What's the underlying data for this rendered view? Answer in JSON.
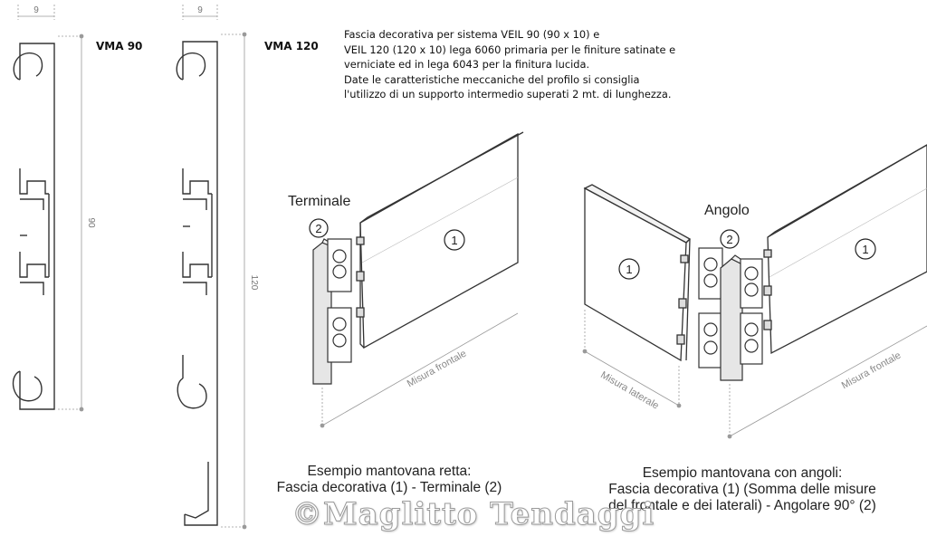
{
  "profiles": {
    "vma90": {
      "name": "VMA 90",
      "dim_width": "9",
      "dim_height": "90"
    },
    "vma120": {
      "name": "VMA 120",
      "dim_width": "9",
      "dim_height": "120"
    }
  },
  "description": [
    "Fascia decorativa per sistema VEIL 90 (90 x 10) e",
    "VEIL 120 (120 x 10) lega 6060 primaria per le finiture satinate e",
    "verniciate ed in lega 6043 per la finitura lucida.",
    "Date le caratteristiche meccaniche del profilo si consiglia",
    "l'utilizzo di un supporto intermedio superati 2 mt. di lunghezza."
  ],
  "straight_example": {
    "section_title": "Terminale",
    "terminal_marker": "2",
    "fascia_marker": "1",
    "measure_label": "Misura frontale",
    "caption": [
      "Esempio mantovana retta:",
      "Fascia decorativa (1) - Terminale (2)"
    ]
  },
  "corner_example": {
    "section_title": "Angolo",
    "corner_marker": "2",
    "side_marker": "1",
    "front_marker": "1",
    "side_measure_label": "Misura laterale",
    "front_measure_label": "Misura frontale",
    "caption": [
      "Esempio mantovana con angoli:",
      "Fascia decorativa (1) (Somma delle misure",
      "del frontale e dei laterali) - Angolare 90° (2)"
    ]
  },
  "watermark": "©Maglitto Tendaggi",
  "colors": {
    "line": "#333333",
    "dim": "#9a9a9a",
    "shade": "#e6e6e6"
  }
}
